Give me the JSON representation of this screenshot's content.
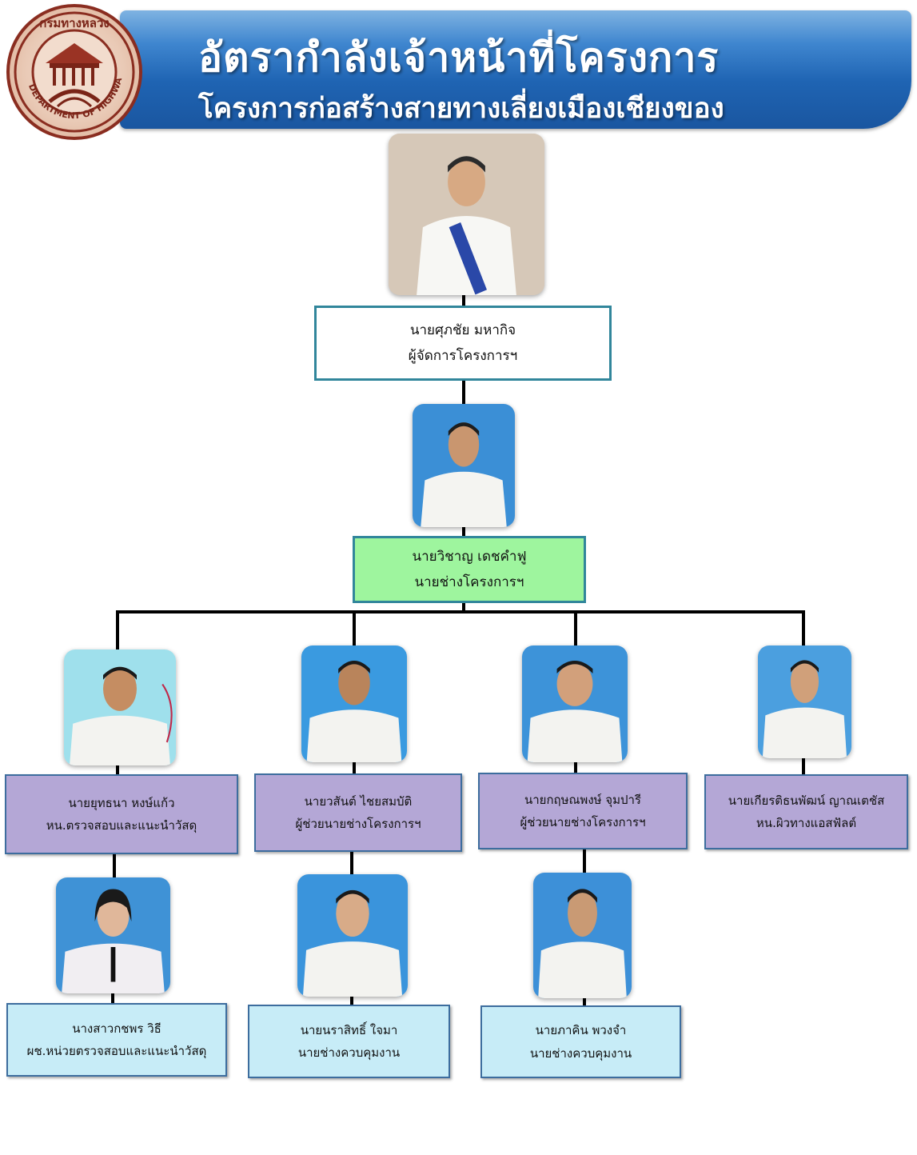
{
  "header": {
    "title": "อัตรากำลังเจ้าหน้าที่โครงการ",
    "subtitle": "โครงการก่อสร้างสายทางเลี่ยงเมืองเชียงของ"
  },
  "seal": {
    "top_text": "กรมทางหลวง",
    "bottom_text": "DEPARTMENT OF HIGHWAYS"
  },
  "colors": {
    "banner": "#2a6fbf",
    "manager_box": "#ffffff",
    "engineer_box": "#9ef59e",
    "level3_box": "#b4a7d6",
    "level4_box": "#c7ecf7",
    "box_border": "#31869b"
  },
  "org": {
    "manager": {
      "name": "นายศุภชัย  มหากิจ",
      "position": "ผู้จัดการโครงการฯ"
    },
    "engineer": {
      "name": "นายวิชาญ  เดชคำฟู",
      "position": "นายช่างโครงการฯ"
    },
    "level3": [
      {
        "name": "นายยุทธนา  หงษ์แก้ว",
        "position": "หน.ตรวจสอบและแนะนำวัสดุ"
      },
      {
        "name": "นายวสันต์  ไชยสมบัติ",
        "position": "ผู้ช่วยนายช่างโครงการฯ"
      },
      {
        "name": "นายกฤษณพงษ์  จุมปารี",
        "position": "ผู้ช่วยนายช่างโครงการฯ"
      },
      {
        "name": "นายเกียรติธนพัฒน์ ญาณเตชัส",
        "position": "หน.ผิวทางแอสฟัลต์"
      }
    ],
    "level4": [
      {
        "name": "นางสาวกชพร  วิธี",
        "position": "ผช.หน่วยตรวจสอบและแนะนำวัสดุ"
      },
      {
        "name": "นายนราสิทธิ์ ใจมา",
        "position": "นายช่างควบคุมงาน"
      },
      {
        "name": "นายภาคิน พวงจำ",
        "position": "นายช่างควบคุมงาน"
      }
    ]
  }
}
